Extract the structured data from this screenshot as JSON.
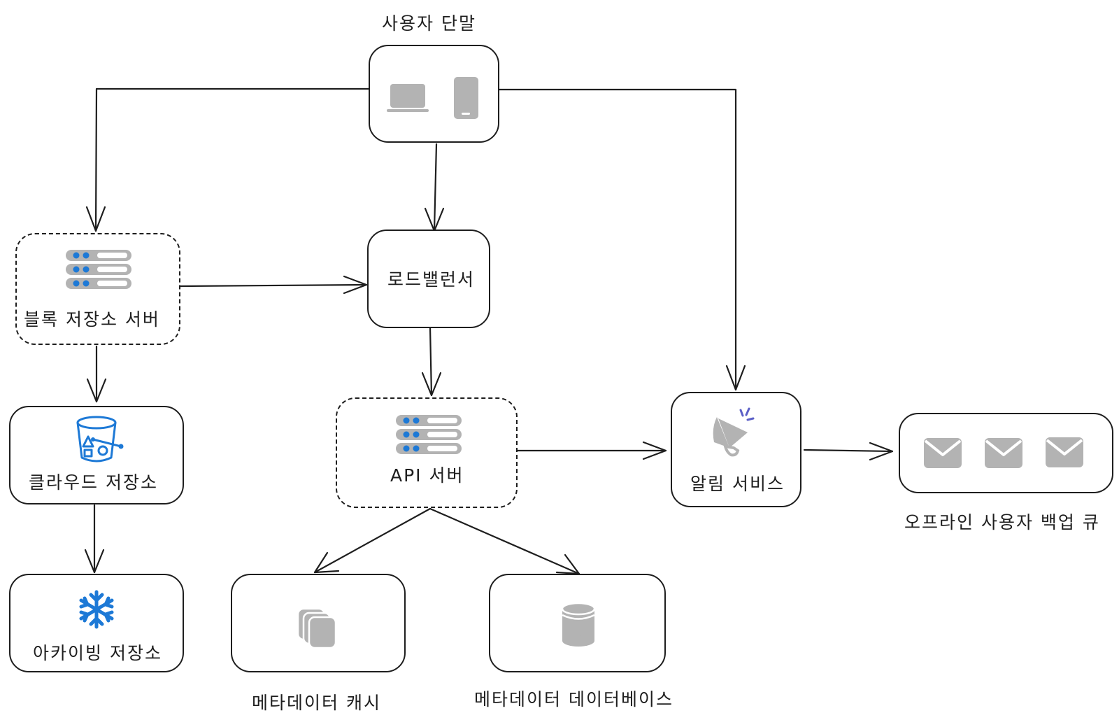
{
  "nodes": {
    "user_device": {
      "label": "사용자 단말",
      "icons": [
        "laptop-icon",
        "phone-icon"
      ]
    },
    "block_server": {
      "label": "블록 저장소 서버",
      "icon": "server-rack-icon"
    },
    "load_balancer": {
      "label": "로드밸런서"
    },
    "cloud_storage": {
      "label": "클라우드 저장소",
      "icon": "bucket-icon"
    },
    "api_server": {
      "label": "API 서버",
      "icon": "server-rack-icon"
    },
    "notification_service": {
      "label": "알림 서비스",
      "icon": "megaphone-icon"
    },
    "offline_queue": {
      "label": "오프라인 사용자 백업 큐",
      "icons": [
        "envelope-icon",
        "envelope-icon",
        "envelope-icon"
      ]
    },
    "archive_storage": {
      "label": "아카이빙 저장소",
      "icon": "snowflake-icon"
    },
    "metadata_cache": {
      "label": "메타데이터 캐시",
      "icon": "cache-stack-icon"
    },
    "metadata_db": {
      "label": "메타데이터 데이터베이스",
      "icon": "database-icon"
    }
  },
  "colors": {
    "stroke": "#1e1e1e",
    "icon_gray": "#b3b3b3",
    "accent_blue": "#1d79d6",
    "megaphone_accent": "#5b5fc7"
  }
}
